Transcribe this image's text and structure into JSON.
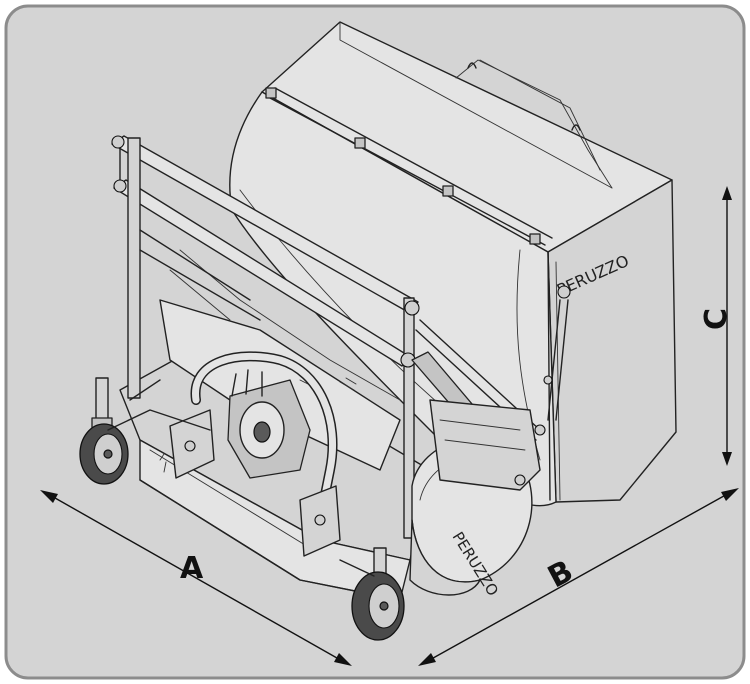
{
  "dimensions": {
    "a_label": "A",
    "b_label": "B",
    "c_label": "C"
  },
  "branding": {
    "hopper_logo": "PERUZZO",
    "guard_logo": "PERUZZO"
  },
  "colors": {
    "frame_background": "#d4d4d4",
    "frame_border": "#8c8c8c",
    "linework": "#222222"
  }
}
